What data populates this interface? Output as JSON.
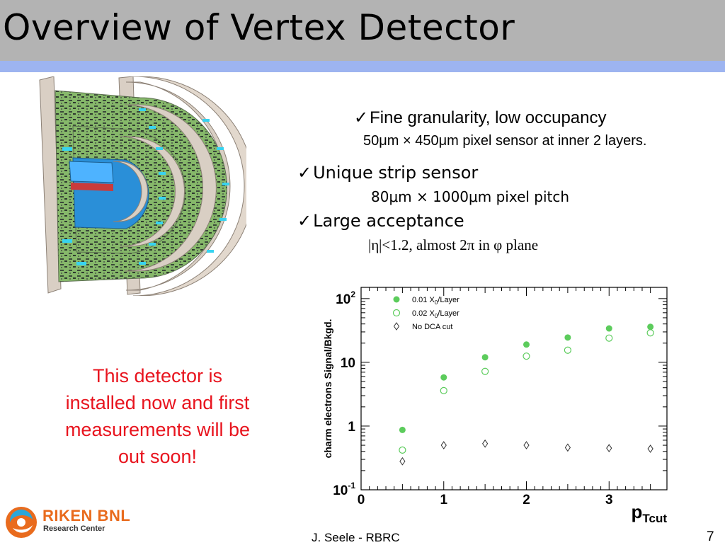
{
  "title": "Overview of Vertex Detector",
  "bullets": [
    {
      "check": "✓",
      "text": "Fine granularity, low occupancy",
      "sub": "50μm × 450μm pixel sensor at inner 2 layers."
    },
    {
      "check": "✓",
      "text": "Unique strip sensor",
      "sub": "80μm × 1000μm pixel pitch"
    },
    {
      "check": "✓",
      "text": "Large acceptance",
      "sub": "|η|<1.2, almost 2π in φ plane"
    }
  ],
  "note": "This detector is installed now and first measurements will be out soon!",
  "footer": "J. Seele - RBRC",
  "page_number": "7",
  "logo": {
    "name": "RIKEN BNL",
    "subtitle": "Research Center"
  },
  "colors": {
    "header": "#b3b3b3",
    "stripe": "#9db4f0",
    "note": "#e8141e",
    "marker": "#5ccc5c"
  },
  "chart_data": {
    "type": "scatter",
    "ylabel": "charm electrons Signal/Bkgd.",
    "xlabel": "p_Tcut",
    "xlim": [
      0,
      3.7
    ],
    "ylim": [
      0.1,
      150
    ],
    "yscale": "log",
    "xticks": [
      "0",
      "1",
      "2",
      "3"
    ],
    "yticks": [
      "10^-1",
      "1",
      "10",
      "10^2"
    ],
    "legend_position": "top-left",
    "series": [
      {
        "name": "0.01 X0/Layer",
        "marker": "filled-circle",
        "x": [
          0.5,
          1.0,
          1.5,
          2.0,
          2.5,
          3.0,
          3.5
        ],
        "y": [
          0.87,
          5.8,
          12,
          19,
          24.5,
          34,
          36
        ]
      },
      {
        "name": "0.02 X0/Layer",
        "marker": "open-circle",
        "x": [
          0.5,
          1.0,
          1.5,
          2.0,
          2.5,
          3.0,
          3.5
        ],
        "y": [
          0.42,
          3.6,
          7.2,
          12.5,
          15.5,
          24,
          29
        ]
      },
      {
        "name": "No DCA cut",
        "marker": "open-diamond",
        "x": [
          0.5,
          1.0,
          1.5,
          2.0,
          2.5,
          3.0,
          3.5
        ],
        "y": [
          0.28,
          0.5,
          0.53,
          0.5,
          0.46,
          0.45,
          0.44
        ]
      }
    ]
  }
}
